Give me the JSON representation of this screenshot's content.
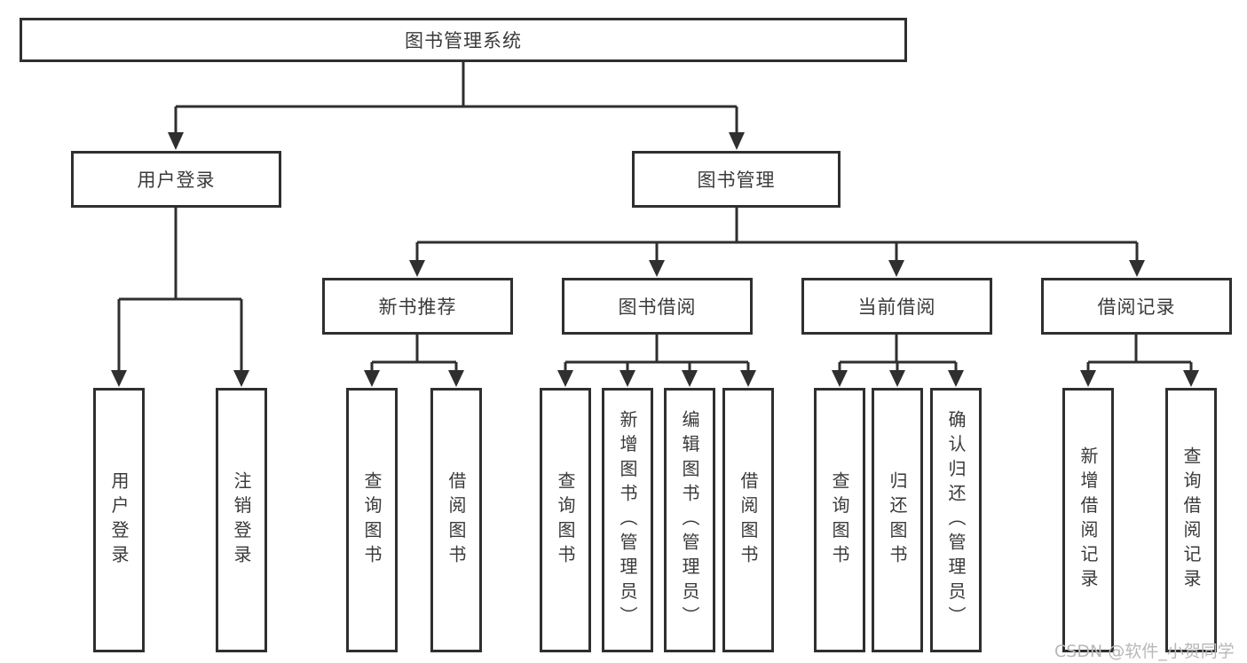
{
  "diagram": {
    "title_node": {
      "id": "library-management-system",
      "label": "图书管理系统"
    },
    "level2": [
      {
        "id": "user-login",
        "label": "用户登录",
        "parent": "library-management-system"
      },
      {
        "id": "book-management",
        "label": "图书管理",
        "parent": "library-management-system"
      }
    ],
    "level3": [
      {
        "id": "new-book-recommend",
        "label": "新书推荐",
        "parent": "book-management"
      },
      {
        "id": "book-borrowing",
        "label": "图书借阅",
        "parent": "book-management"
      },
      {
        "id": "current-borrowing",
        "label": "当前借阅",
        "parent": "book-management"
      },
      {
        "id": "borrowing-records",
        "label": "借阅记录",
        "parent": "book-management"
      }
    ],
    "leaves": [
      {
        "id": "leaf-user-login",
        "label": "用户登录",
        "parent": "user-login"
      },
      {
        "id": "leaf-logout",
        "label": "注销登录",
        "parent": "user-login"
      },
      {
        "id": "leaf-query-books-recommend",
        "label": "查询图书",
        "parent": "new-book-recommend"
      },
      {
        "id": "leaf-borrow-books-recommend",
        "label": "借阅图书",
        "parent": "new-book-recommend"
      },
      {
        "id": "leaf-query-books-borrowing",
        "label": "查询图书",
        "parent": "book-borrowing"
      },
      {
        "id": "leaf-add-books-admin",
        "label": "新增图书（管理员）",
        "parent": "book-borrowing"
      },
      {
        "id": "leaf-edit-books-admin",
        "label": "编辑图书（管理员）",
        "parent": "book-borrowing"
      },
      {
        "id": "leaf-borrow-books-borrowing",
        "label": "借阅图书",
        "parent": "book-borrowing"
      },
      {
        "id": "leaf-query-books-current",
        "label": "查询图书",
        "parent": "current-borrowing"
      },
      {
        "id": "leaf-return-books",
        "label": "归还图书",
        "parent": "current-borrowing"
      },
      {
        "id": "leaf-confirm-return-admin",
        "label": "确认归还（管理员）",
        "parent": "current-borrowing"
      },
      {
        "id": "leaf-add-borrow-record",
        "label": "新增借阅记录",
        "parent": "borrowing-records"
      },
      {
        "id": "leaf-query-borrow-record",
        "label": "查询借阅记录",
        "parent": "borrowing-records"
      }
    ]
  },
  "watermark": {
    "text": "CSDN @软件_小贺同学"
  },
  "colors": {
    "line": "#2f2f2f",
    "box_border": "#2f2f2f",
    "box_fill": "#ffffff",
    "text": "#3a3a3a",
    "background": "#ffffff",
    "watermark": "#b8b8b8"
  }
}
